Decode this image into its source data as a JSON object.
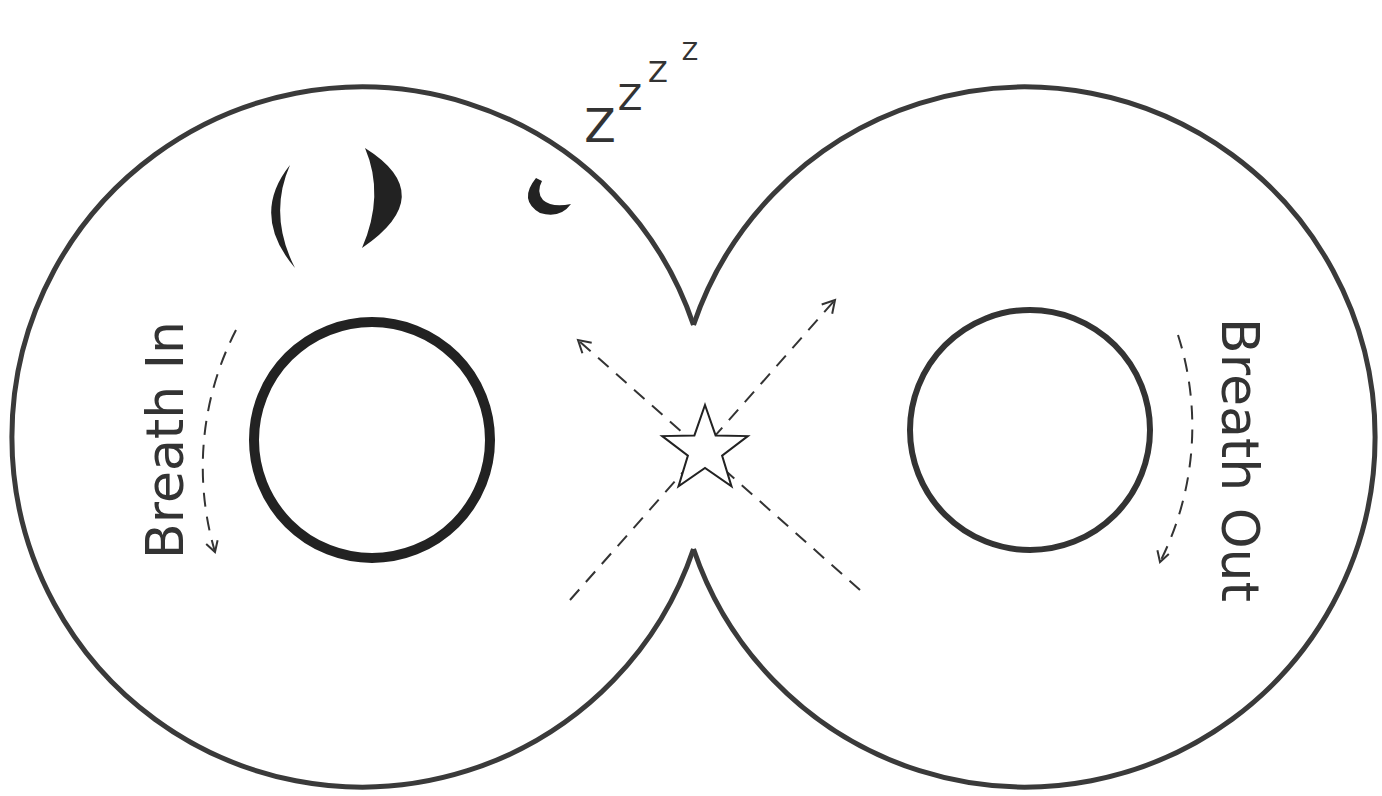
{
  "diagram": {
    "nodes": [
      {
        "text": [
          "Breath In"
        ]
      },
      {
        "text": [
          "Breath Out"
        ]
      }
    ],
    "labels": [
      "Z",
      "Z",
      "Z",
      "Z"
    ]
  }
}
